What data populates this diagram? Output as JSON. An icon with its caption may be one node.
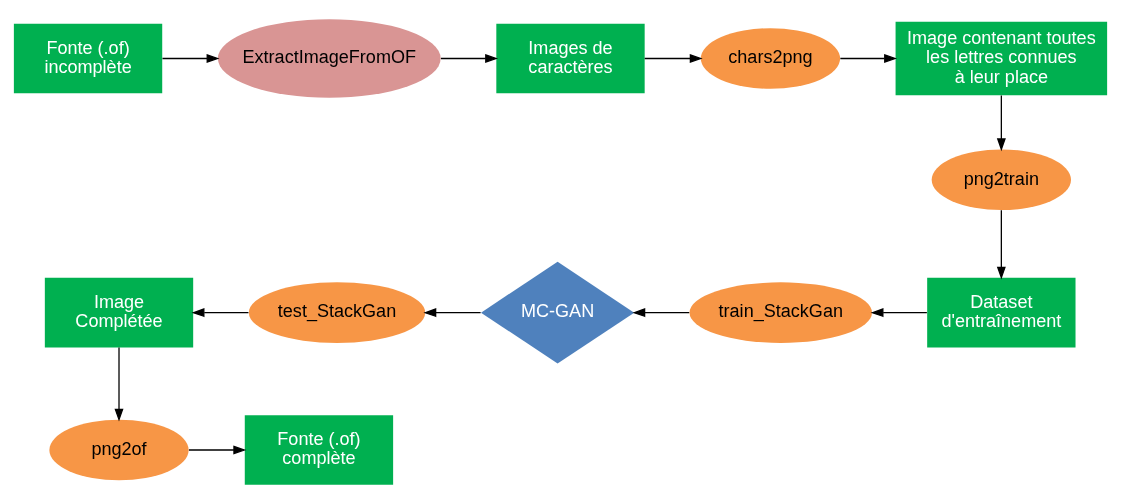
{
  "diagram": {
    "nodes": [
      {
        "text": [
          "Fonte (.of) incomplète"
        ]
      },
      {
        "text": [
          "ExtractImageFromOF"
        ]
      },
      {
        "text": [
          "Images de caractères"
        ]
      },
      {
        "text": [
          "chars2png"
        ]
      },
      {
        "text": [
          "Image contenant toutes les lettres connues à leur place"
        ]
      },
      {
        "text": [
          "png2train"
        ]
      },
      {
        "text": [
          "Dataset d'entraînement"
        ]
      },
      {
        "text": [
          "train_StackGan"
        ]
      },
      {
        "text": [
          "MC-GAN"
        ]
      },
      {
        "text": [
          "test_StackGan"
        ]
      },
      {
        "text": [
          "Image Complétée"
        ]
      },
      {
        "text": [
          "png2of"
        ]
      },
      {
        "text": [
          "Fonte (.of) complète"
        ]
      }
    ],
    "edges": [
      {
        "from": 0,
        "to": 1,
        "arrow": "to"
      },
      {
        "from": 1,
        "to": 2,
        "arrow": "to"
      },
      {
        "from": 2,
        "to": 3,
        "arrow": "to"
      },
      {
        "from": 3,
        "to": 4,
        "arrow": "to"
      },
      {
        "from": 4,
        "to": 5,
        "arrow": "to"
      },
      {
        "from": 5,
        "to": 6,
        "arrow": "to"
      },
      {
        "from": 6,
        "to": 7,
        "arrow": "to"
      },
      {
        "from": 7,
        "to": 8,
        "arrow": "to"
      },
      {
        "from": 8,
        "to": 9,
        "arrow": "to"
      },
      {
        "from": 9,
        "to": 10,
        "arrow": "to"
      },
      {
        "from": 10,
        "to": 11,
        "arrow": "to"
      },
      {
        "from": 11,
        "to": 12,
        "arrow": "to"
      }
    ]
  }
}
